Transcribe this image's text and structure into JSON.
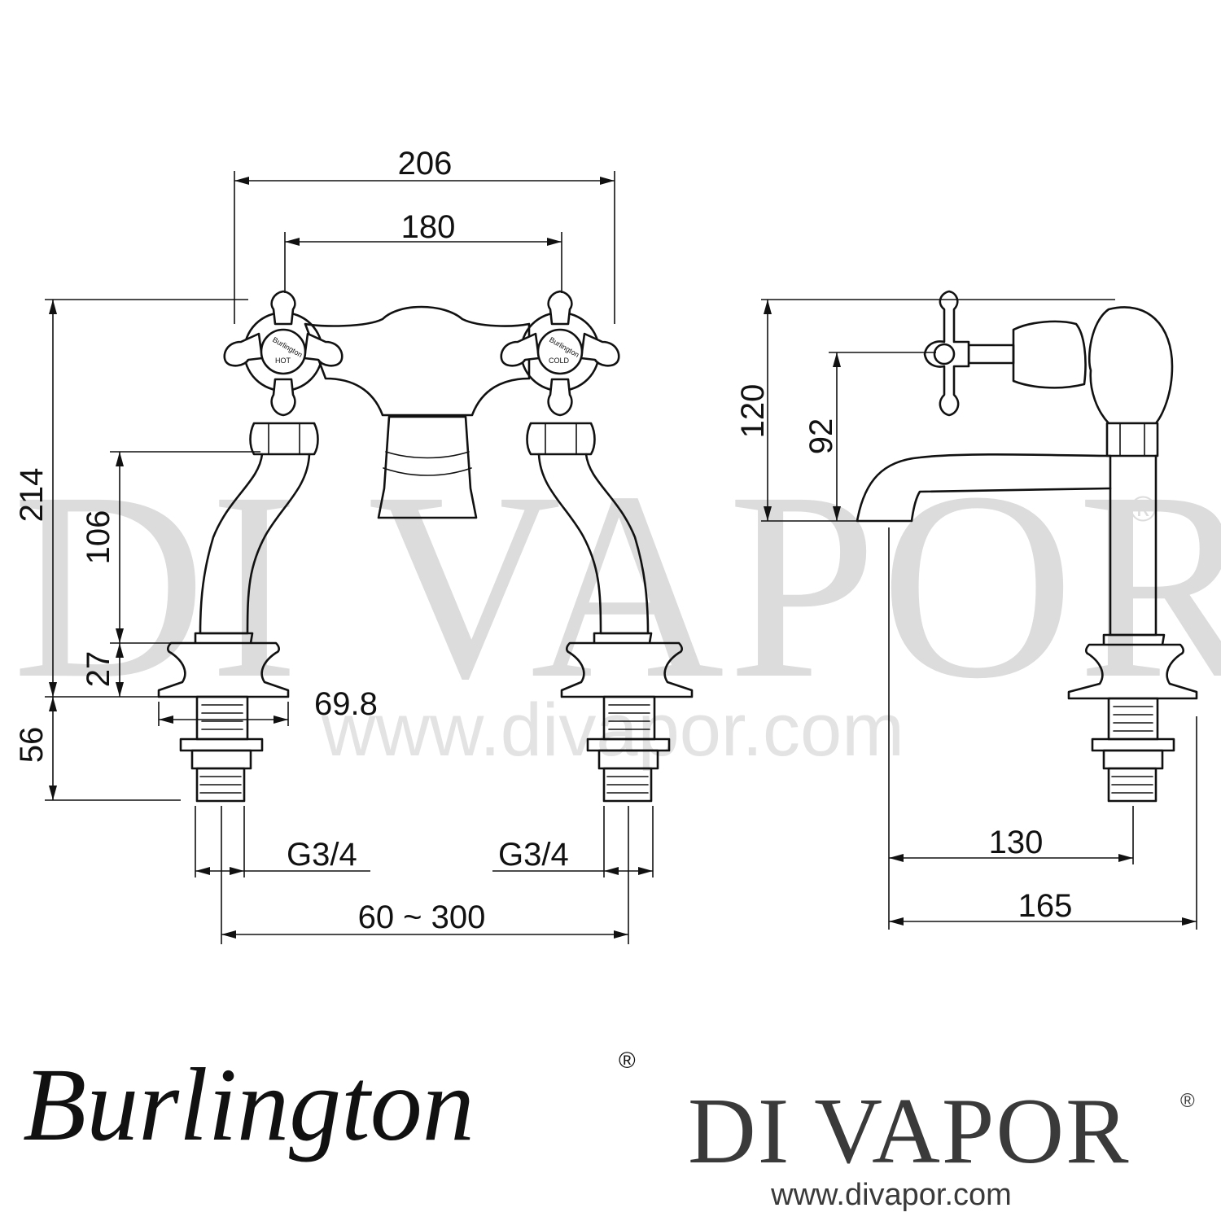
{
  "watermark": {
    "big_text": "DI VAPOR",
    "registered": "®",
    "url": "www.divapor.com"
  },
  "handles": {
    "hot_brand": "Burlington",
    "hot_label": "HOT",
    "cold_brand": "Burlington",
    "cold_label": "COLD"
  },
  "front_view": {
    "dims": {
      "width_overall": "206",
      "handle_centres": "180",
      "height_overall": "214",
      "leg_height": "106",
      "collar_height": "27",
      "shank_length": "56",
      "collar_diameter": "69.8",
      "thread_left": "G3/4",
      "thread_right": "G3/4",
      "centres_range": "60 ~ 300"
    }
  },
  "side_view": {
    "dims": {
      "height_body": "120",
      "height_spout": "92",
      "spout_reach": "130",
      "depth_overall": "165"
    }
  },
  "footer": {
    "brand_name": "Burlington",
    "brand_registered": "®",
    "dealer_logo": "DI VAPOR",
    "dealer_registered": "®",
    "dealer_url": "www.divapor.com"
  }
}
